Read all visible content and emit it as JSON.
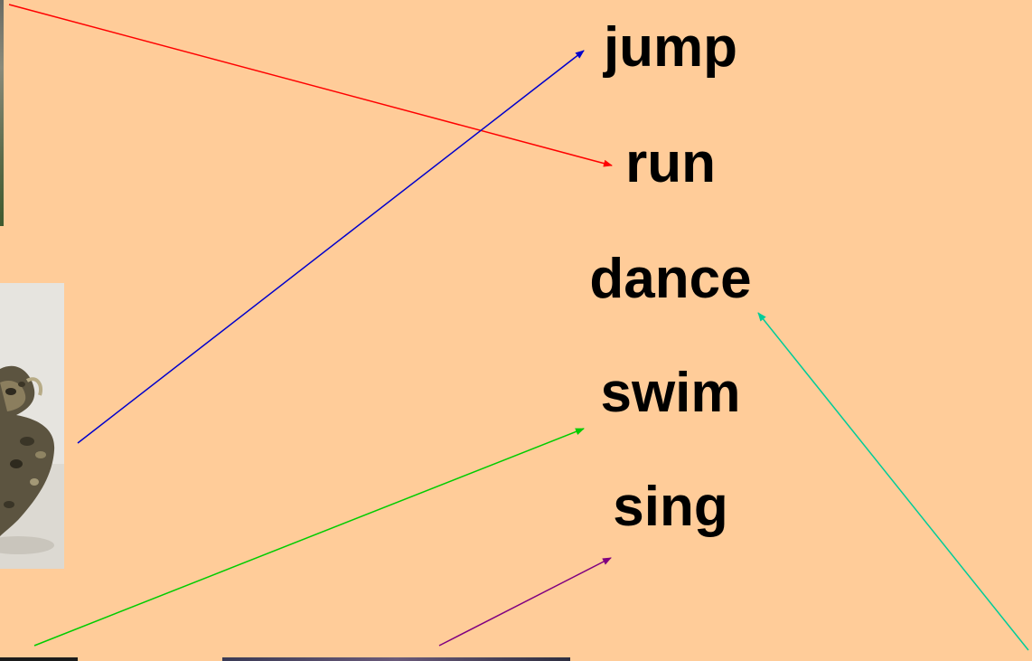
{
  "words": [
    {
      "id": "jump",
      "label": "jump"
    },
    {
      "id": "run",
      "label": "run"
    },
    {
      "id": "dance",
      "label": "dance"
    },
    {
      "id": "swim",
      "label": "swim"
    },
    {
      "id": "sing",
      "label": "sing"
    }
  ],
  "colors": {
    "background": "#ffcc99",
    "text": "#000000",
    "arrow_run": "#ff0000",
    "arrow_jump": "#0000cc",
    "arrow_swim": "#00cc00",
    "arrow_sing": "#800080",
    "arrow_dance": "#00cc99"
  },
  "images": [
    {
      "id": "top-left-photo",
      "description_icon": "photo-icon"
    },
    {
      "id": "frog-photo",
      "description_icon": "frog-photo"
    },
    {
      "id": "bottom-left-photo",
      "description_icon": "photo-icon"
    },
    {
      "id": "bottom-center-photo",
      "description_icon": "photo-icon"
    }
  ]
}
